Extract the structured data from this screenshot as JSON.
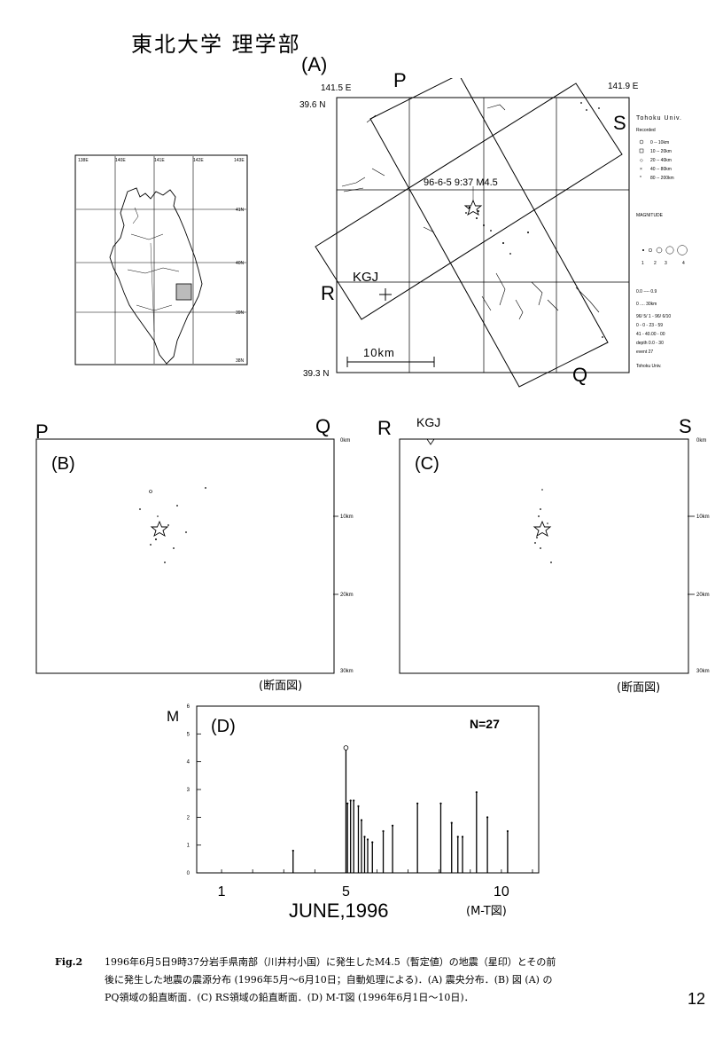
{
  "header": {
    "affiliation": "東北大学 理学部",
    "page_number": "12"
  },
  "panel_a": {
    "label": "(A)",
    "lon_left": "141.5 E",
    "lon_right": "141.9 E",
    "lat_top": "39.6 N",
    "lat_bottom": "39.3 N",
    "point_p": "P",
    "point_q": "Q",
    "point_r": "R",
    "point_s": "S",
    "station": "KGJ",
    "event_label": "96-6-5 9:37 M4.5",
    "scale_label": "10km",
    "institution": "Tohoku Univ."
  },
  "panel_b": {
    "label": "(B)",
    "left_end": "P",
    "right_end": "Q",
    "depth_ticks": [
      "0km",
      "10km",
      "20km",
      "30km"
    ],
    "note": "(断面図)"
  },
  "panel_c": {
    "label": "(C)",
    "left_end": "R",
    "right_end": "S",
    "station": "KGJ",
    "depth_ticks": [
      "0km",
      "10km",
      "20km",
      "30km"
    ],
    "note": "(断面図)"
  },
  "panel_d": {
    "label": "(D)",
    "y_axis_label": "M",
    "count_label": "N=27",
    "note": "(M-T図)",
    "x_title": "JUNE,1996",
    "x_ticks": [
      "1",
      "5",
      "10"
    ],
    "y_ticks": [
      "0",
      "1",
      "2",
      "3",
      "4",
      "5",
      "6"
    ]
  },
  "caption": {
    "fig_label": "Fig.2",
    "line1": "1996年6月5日9時37分岩手県南部（川井村小国）に発生したM4.5（暫定値）の地震（星印）とその前",
    "line2": "後に発生した地震の震源分布 (1996年5月～6月10日；自動処理による)．(A) 震央分布．(B) 図 (A) の",
    "line3": "PQ領域の鉛直断面．(C) RS領域の鉛直断面．(D) M-T図 (1996年6月1日～10日)．"
  },
  "chart_data": {
    "type": "bar",
    "title": "",
    "xlabel": "JUNE,1996",
    "ylabel": "M",
    "xlim": [
      0.2,
      11.2
    ],
    "ylim": [
      0,
      6
    ],
    "x": [
      3.3,
      5.0,
      5.05,
      5.15,
      5.25,
      5.4,
      5.5,
      5.6,
      5.7,
      5.85,
      6.2,
      6.5,
      7.3,
      8.05,
      8.4,
      8.6,
      8.75,
      9.2,
      9.55,
      10.2
    ],
    "values": [
      0.8,
      4.5,
      2.5,
      2.6,
      2.6,
      2.4,
      1.9,
      1.3,
      1.2,
      1.1,
      1.5,
      1.7,
      2.5,
      2.5,
      1.8,
      1.3,
      1.3,
      2.9,
      2.0,
      1.5
    ],
    "circle_marker_index": 1
  }
}
